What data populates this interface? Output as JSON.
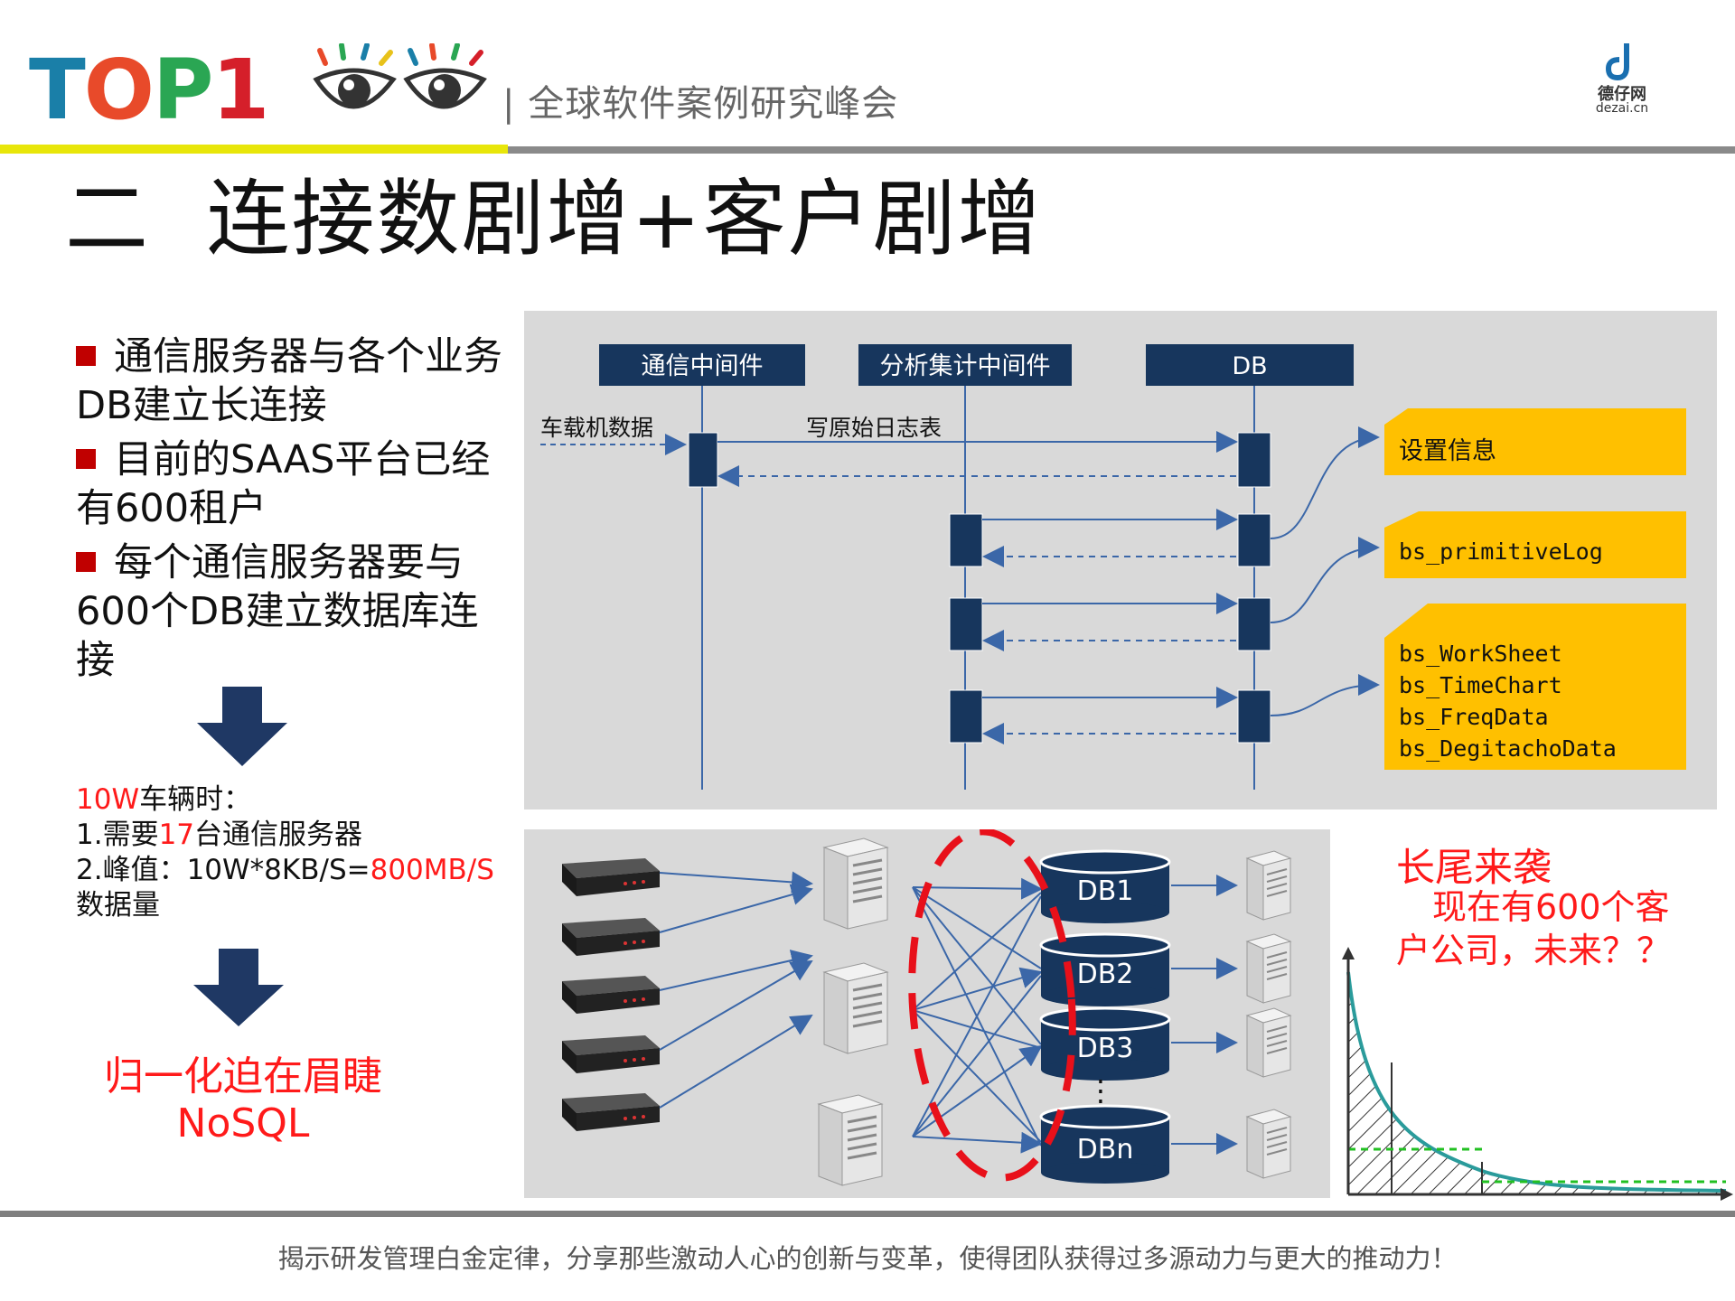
{
  "header": {
    "logo_text": "TOP1",
    "conference_name": "| 全球软件案例研究峰会",
    "partner_logo_cn": "德仔网",
    "partner_logo_en": "dezai.cn"
  },
  "slide": {
    "title": "二  连接数剧增+客户剧增"
  },
  "left": {
    "bullets": [
      "通信服务器与各个业务DB建立长连接",
      "目前的SAAS平台已经有600租户",
      "每个通信服务器要与600个DB建立数据库连接"
    ],
    "stats": {
      "l1_red": "10W",
      "l1_black": "车辆时：",
      "l2_a": "1.需要",
      "l2_red": "17",
      "l2_b": "台通信服务器",
      "l3_a": "2.峰值：10W*8KB/S=",
      "l3_red": "800MB/S",
      "l4": "数据量"
    },
    "conclusion_line1": "归一化迫在眉睫",
    "conclusion_line2": "NoSQL"
  },
  "sequence": {
    "lanes": [
      "通信中间件",
      "分析集计中间件",
      "DB"
    ],
    "input_label": "车载机数据",
    "write_label": "写原始日志表",
    "tables": {
      "setting": "设置信息",
      "primitive": "bs_primitiveLog",
      "group": [
        "bs_WorkSheet",
        "bs_TimeChart",
        "bs_FreqData",
        "bs_DegitachoData"
      ]
    },
    "colors": {
      "lane": "#17365d",
      "note": "#ffc000",
      "arrow": "#3b67a8"
    }
  },
  "network": {
    "dbs": [
      "DB1",
      "DB2",
      "DB3",
      "DBn"
    ],
    "ellipsis": "⋮"
  },
  "long_tail": {
    "title": "长尾来袭",
    "desc_line1": "现在有600个客",
    "desc_line2": "户公司，未来？？"
  },
  "footer": {
    "text": "揭示研发管理白金定律，分享那些激动人心的创新与变革，使得团队获得过多源动力与更大的推动力！"
  }
}
